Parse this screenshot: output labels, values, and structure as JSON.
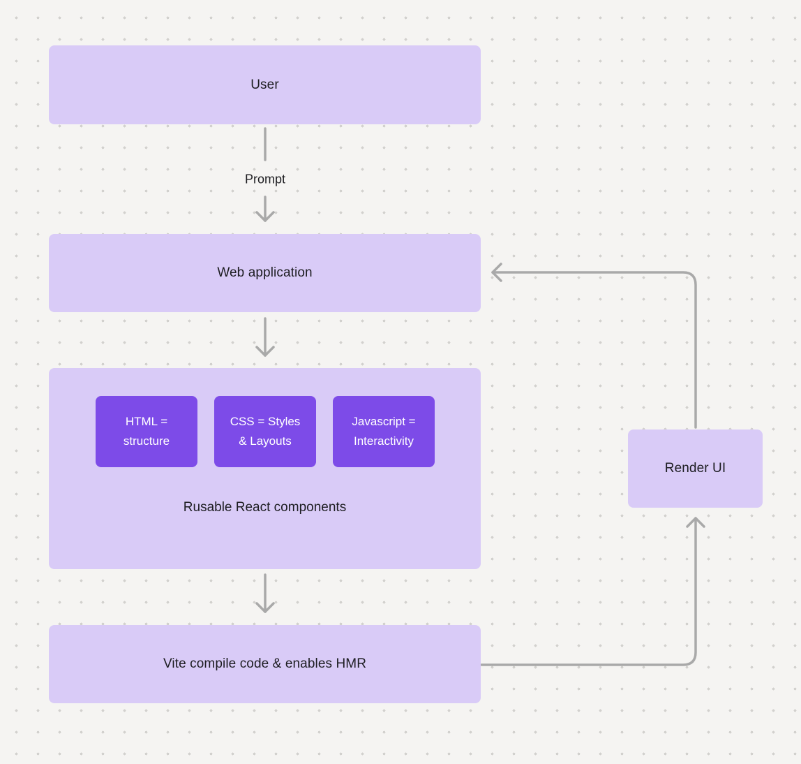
{
  "canvas": {
    "background": "#f5f4f2",
    "dot_color": "#d2d1ce"
  },
  "colors": {
    "node_fill": "#d9cbf7",
    "chip_fill": "#7d4be8",
    "chip_text": "#ffffff",
    "node_text": "#1d1d21",
    "arrow": "#a9a9a9"
  },
  "nodes": {
    "user": {
      "label": "User"
    },
    "web_application": {
      "label": "Web application"
    },
    "components_group": {
      "caption": "Rusable React components",
      "chips": [
        {
          "label": "HTML = structure",
          "lines": [
            "HTML =",
            "structure"
          ]
        },
        {
          "label": "CSS = Styles & Layouts",
          "lines": [
            "CSS = Styles",
            "& Layouts"
          ]
        },
        {
          "label": "Javascript = Interactivity",
          "lines": [
            "Javascript =",
            "Interactivity"
          ]
        }
      ]
    },
    "vite": {
      "label": "Vite compile code & enables HMR"
    },
    "render_ui": {
      "label": "Render UI"
    }
  },
  "edges": [
    {
      "from": "User",
      "to": "Web application",
      "label": "Prompt"
    },
    {
      "from": "Web application",
      "to": "Components",
      "label": ""
    },
    {
      "from": "Components",
      "to": "Vite",
      "label": ""
    },
    {
      "from": "Vite",
      "to": "Render UI",
      "label": ""
    },
    {
      "from": "Render UI",
      "to": "Web application",
      "label": ""
    }
  ]
}
